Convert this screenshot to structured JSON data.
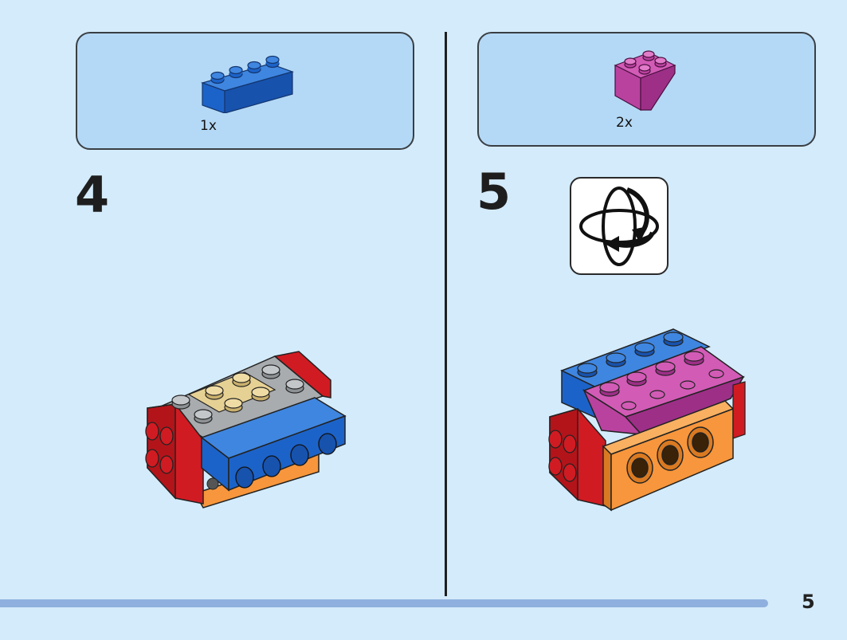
{
  "step4": {
    "number": "4",
    "part": {
      "quantity": "1x",
      "brick": "blue-brick-1x4",
      "color": "#1c63c9"
    }
  },
  "step5": {
    "number": "5",
    "part": {
      "quantity": "2x",
      "brick": "magenta-slope-inverted",
      "color": "#b9429f"
    },
    "rotate_icon": "rotate-model-icon"
  },
  "page": {
    "number": "5"
  },
  "colors": {
    "page_background": "#d4ebfb",
    "parts_box": "#b4d9f6",
    "blue": "#1c63c9",
    "red": "#d11b22",
    "orange": "#f7963c",
    "tan": "#e6d194",
    "grey": "#a8acaf",
    "magenta": "#b9429f",
    "progress": "#8fb0de"
  }
}
